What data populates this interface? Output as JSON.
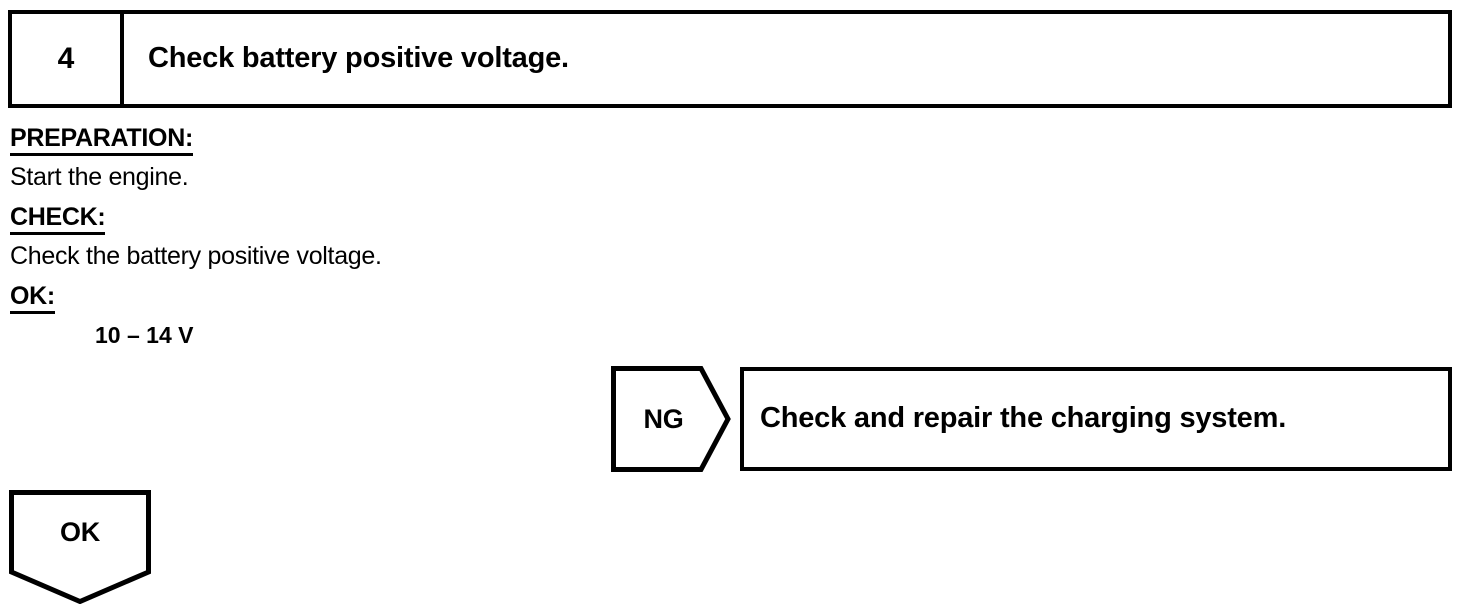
{
  "step": {
    "number": "4",
    "title": "Check battery positive voltage."
  },
  "sections": [
    {
      "heading": "PREPARATION:",
      "body": "Start the engine."
    },
    {
      "heading": "CHECK:",
      "body": "Check the battery positive voltage."
    },
    {
      "heading": "OK:",
      "body": ""
    }
  ],
  "spec": {
    "value": "10 – 14 V"
  },
  "branches": {
    "ng": {
      "label": "NG",
      "result": "Check and repair the charging system."
    },
    "ok": {
      "label": "OK"
    }
  },
  "colors": {
    "ink": "#000000",
    "paper": "#ffffff"
  }
}
